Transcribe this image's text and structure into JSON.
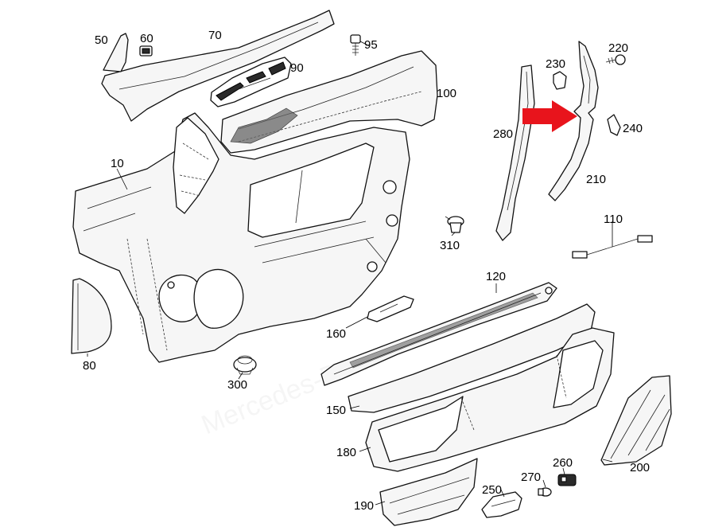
{
  "diagram": {
    "labels": {
      "p10": "10",
      "p50": "50",
      "p60": "60",
      "p70": "70",
      "p80": "80",
      "p90": "90",
      "p95": "95",
      "p100": "100",
      "p110": "110",
      "p120": "120",
      "p150": "150",
      "p160": "160",
      "p180": "180",
      "p190": "190",
      "p200": "200",
      "p210": "210",
      "p220": "220",
      "p230": "230",
      "p240": "240",
      "p250": "250",
      "p260": "260",
      "p270": "270",
      "p280": "280",
      "p300": "300",
      "p310": "310"
    },
    "highlight_arrow_color": "#e8141c"
  }
}
